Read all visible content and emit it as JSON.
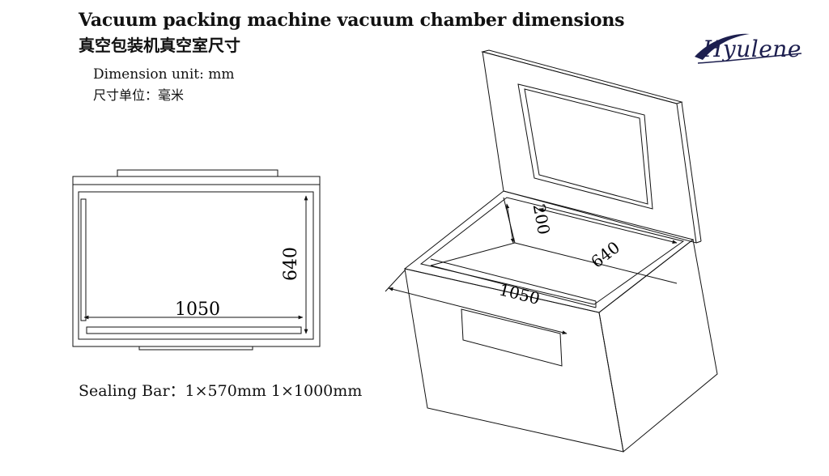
{
  "header": {
    "title_en": "Vacuum packing machine vacuum chamber dimensions",
    "title_zh": "真空包装机真空室尺寸"
  },
  "units": {
    "en": "Dimension unit: mm",
    "zh": "尺寸单位：毫米"
  },
  "brand": {
    "name": "Hyulene",
    "color": "#1d1f4f"
  },
  "top_view": {
    "width_label": "1050",
    "depth_label": "640"
  },
  "iso_view": {
    "height_label": "200",
    "depth_label": "640",
    "width_label": "1050"
  },
  "sealing_bar": "Sealing Bar：1×570mm 1×1000mm"
}
